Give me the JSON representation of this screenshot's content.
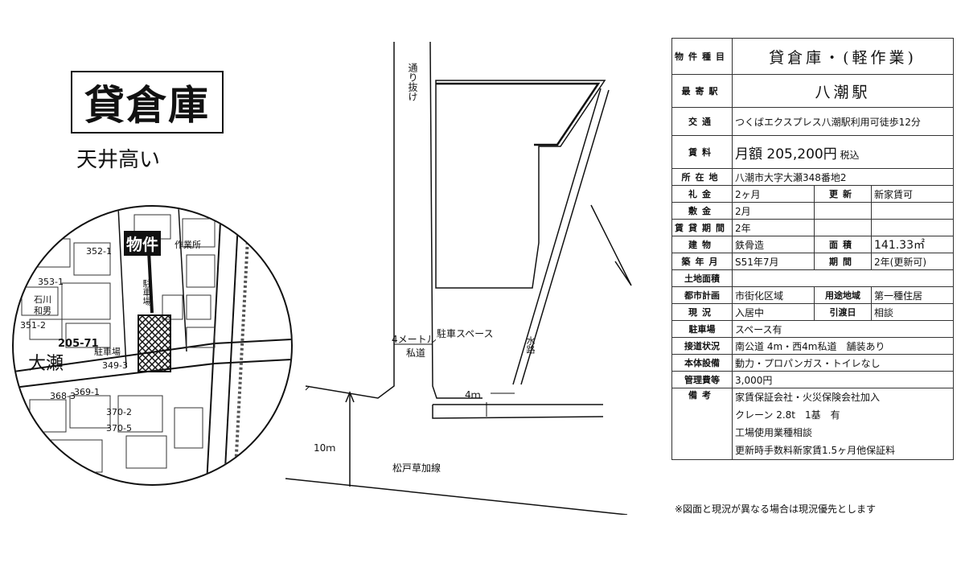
{
  "headline": {
    "title": "貸倉庫",
    "subtitle": "天井高い"
  },
  "map": {
    "bukken_label": "物件",
    "labels": [
      "作業所",
      "駐車場",
      "石川",
      "和男",
      "駐車場",
      "大瀬",
      "205-71",
      "349-3",
      "368-3",
      "369-1",
      "370-2",
      "370-5",
      "352-1",
      "353-1",
      "351-2"
    ],
    "road_label": "大瀬"
  },
  "plan": {
    "road_top": "通り抜け",
    "private_road": "4メートル",
    "private_road_sub": "私道",
    "parking": "駐車スペース",
    "water": "水路",
    "width_4m": "4ｍ",
    "width_10m": "10ｍ",
    "main_road": "松戸草加線"
  },
  "spec": {
    "type_label": "物件種目",
    "type_value": "貸倉庫・(軽作業)",
    "station_label": "最寄駅",
    "station_value": "八潮駅",
    "access_label": "交通",
    "access_value": "つくばエクスプレス八潮駅利用可徒歩12分",
    "rent_label": "賃料",
    "rent_value": "月額 205,200円",
    "rent_tax": "税込",
    "address_label": "所在地",
    "address_value": "八潮市大字大瀬348番地2",
    "key_money_label": "礼金",
    "key_money_value": "2ヶ月",
    "renewal_label": "更新",
    "renewal_value": "新家賃可",
    "deposit_label": "敷金",
    "deposit_value": "2月",
    "lease_label": "賃貸期間",
    "lease_value": "2年",
    "building_label": "建物",
    "building_value": "鉄骨造",
    "area_label": "面積",
    "area_value": "141.33㎡",
    "built_label": "築年月",
    "built_value": "S51年7月",
    "period_label": "期間",
    "period_value": "2年(更新可)",
    "land_label": "土地面積",
    "land_value": "",
    "city_plan_label": "都市計画",
    "city_plan_value": "市街化区域",
    "zoning_label": "用途地域",
    "zoning_value": "第一種住居",
    "status_label": "現況",
    "status_value": "入居中",
    "handover_label": "引渡日",
    "handover_value": "相談",
    "parking_label": "駐車場",
    "parking_value": "スペース有",
    "road_label": "接道状況",
    "road_value": "南公道 4m・西4m私道　舗装あり",
    "facility_label": "本体設備",
    "facility_value": "動力・プロパンガス・トイレなし",
    "mgmt_label": "管理費等",
    "mgmt_value": "3,000円",
    "remarks_label": "備考",
    "remarks": [
      "家賃保証会社・火災保険会社加入",
      "クレーン 2.8t　1基　有",
      "工場使用業種相談",
      "更新時手数料新家賃1.5ヶ月他保証料"
    ]
  },
  "footnote": "※図面と現況が異なる場合は現況優先とします"
}
